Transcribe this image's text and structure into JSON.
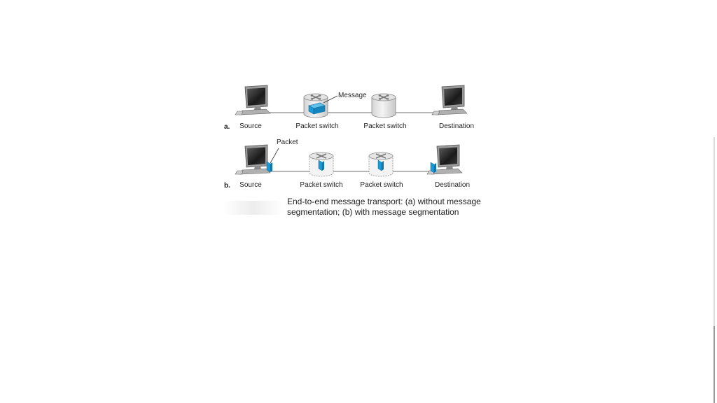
{
  "row_a": {
    "letter": "a.",
    "source_label": "Source",
    "switch1_label": "Packet switch",
    "switch2_label": "Packet switch",
    "destination_label": "Destination",
    "callout": "Message"
  },
  "row_b": {
    "letter": "b.",
    "source_label": "Source",
    "switch1_label": "Packet switch",
    "switch2_label": "Packet switch",
    "destination_label": "Destination",
    "callout": "Packet"
  },
  "caption": {
    "line1": "End-to-end message transport: (a) without message",
    "line2": "segmentation; (b) with message segmentation"
  },
  "colors": {
    "packet_blue": "#1a9ad6",
    "link_line": "#6e6e6e",
    "switch_body": "#e6e6e6",
    "monitor_frame": "#8a8a8a"
  },
  "icons": [
    "computer-icon",
    "router-icon",
    "message-block-icon",
    "packet-icon"
  ]
}
